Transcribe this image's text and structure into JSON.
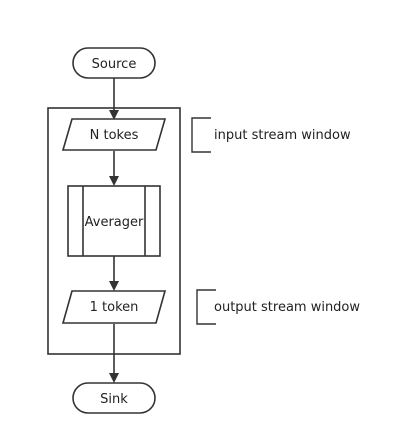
{
  "nodes": {
    "source": "Source",
    "input": "N tokes",
    "process": "Averager",
    "output": "1 token",
    "sink": "Sink"
  },
  "annotations": {
    "input_window": "input stream window",
    "output_window": "output stream window"
  },
  "colors": {
    "stroke": "#333333",
    "fill": "#ffffff",
    "text": "#222222"
  }
}
